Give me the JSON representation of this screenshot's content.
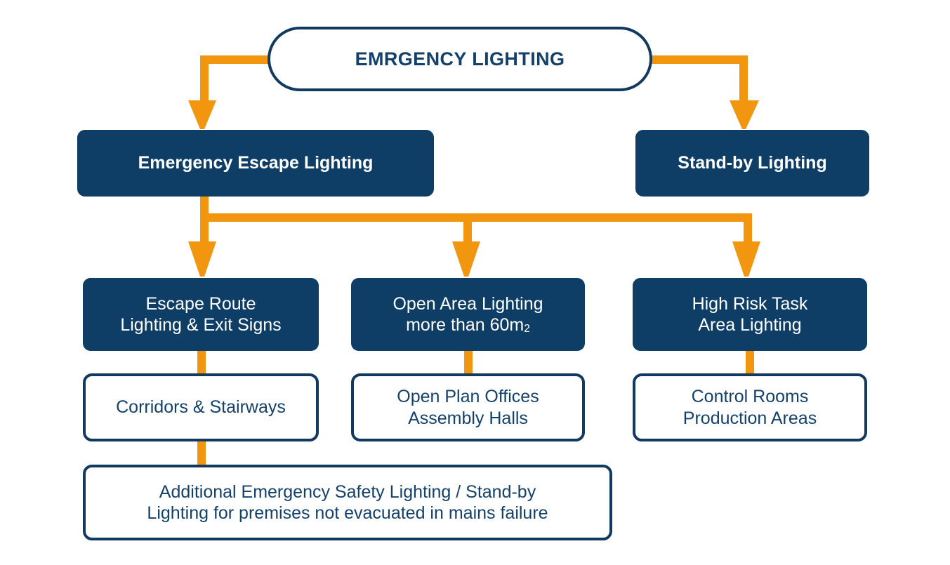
{
  "diagram": {
    "title": "EMRGENCY LIGHTING",
    "colors": {
      "navy": "#0E3D66",
      "navy_border": "#12395F",
      "orange": "#F2960F",
      "white": "#FFFFFF",
      "navy_text": "#14416B"
    },
    "nodes": {
      "title": "EMRGENCY LIGHTING",
      "escape_lighting": "Emergency Escape Lighting",
      "standby_lighting": "Stand-by Lighting",
      "escape_route_line1": "Escape Route",
      "escape_route_line2": "Lighting & Exit Signs",
      "open_area_line1": "Open Area Lighting",
      "open_area_line2_pre": "more than 60m",
      "open_area_line2_sub": "2",
      "high_risk_line1": "High Risk Task",
      "high_risk_line2": "Area Lighting",
      "corridors": "Corridors & Stairways",
      "open_plan_line1": "Open Plan Offices",
      "open_plan_line2": "Assembly Halls",
      "control_line1": "Control Rooms",
      "control_line2": "Production Areas",
      "additional_line1": "Additional Emergency Safety Lighting / Stand-by",
      "additional_line2": "Lighting for premises not evacuated in mains failure"
    }
  }
}
